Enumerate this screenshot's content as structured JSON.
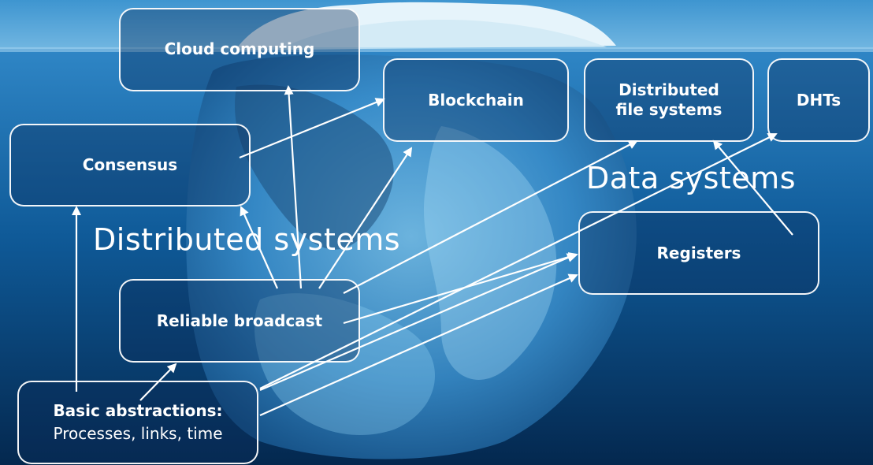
{
  "nodes": {
    "cloud_computing": "Cloud computing",
    "blockchain": "Blockchain",
    "distributed_fs_line1": "Distributed",
    "distributed_fs_line2": "file systems",
    "dhts": "DHTs",
    "consensus": "Consensus",
    "registers": "Registers",
    "reliable_broadcast": "Reliable broadcast",
    "basic_abstractions_title": "Basic abstractions:",
    "basic_abstractions_sub": "Processes, links, time"
  },
  "region_labels": {
    "distributed_systems": "Distributed systems",
    "data_systems": "Data systems"
  },
  "colors": {
    "water_top": "#2f7fbf",
    "water_deep": "#04284f",
    "sky": "#5aa6d8",
    "ice": "#d9eef8",
    "arrow": "#ffffff"
  }
}
